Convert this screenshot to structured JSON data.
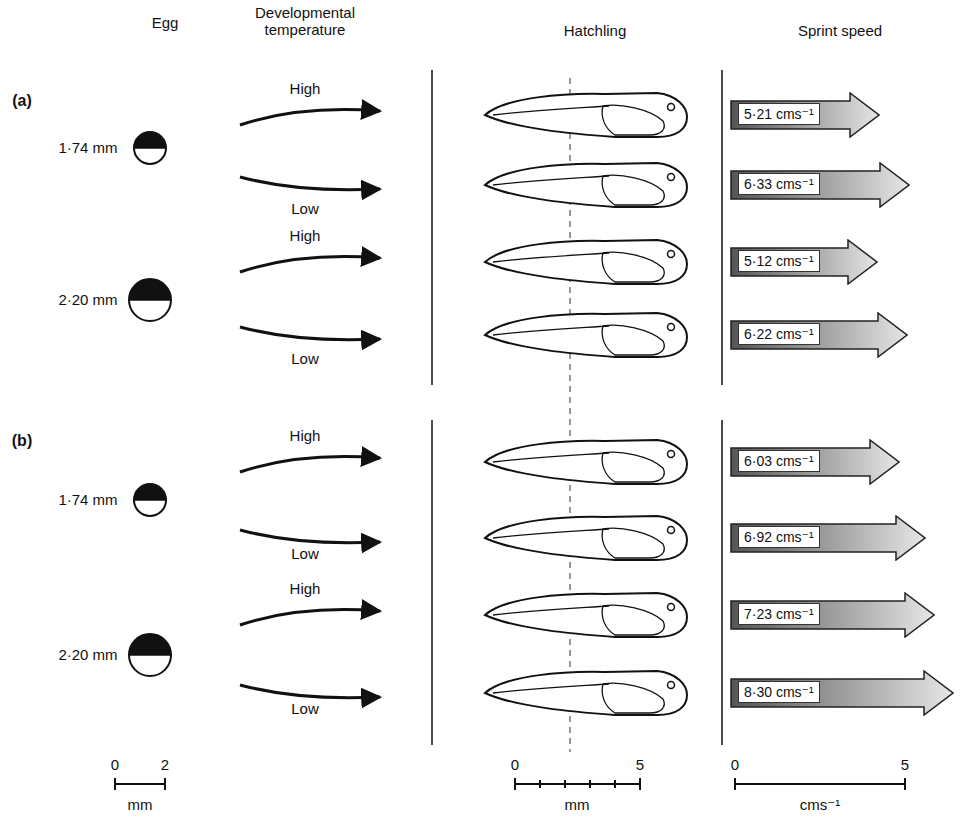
{
  "diagram": {
    "nodes": [
      {
        "text": [
          "5·21 cms⁻¹"
        ]
      },
      {
        "text": [
          "6·33 cms⁻¹"
        ]
      },
      {
        "text": [
          "5·12 cms⁻¹"
        ]
      },
      {
        "text": [
          "6·22 cms⁻¹"
        ]
      },
      {
        "text": [
          "6·03 cms⁻¹"
        ]
      },
      {
        "text": [
          "6·92 cms⁻¹"
        ]
      },
      {
        "text": [
          "7·23 cms⁻¹"
        ]
      },
      {
        "text": [
          "8·30 cms⁻¹"
        ]
      }
    ],
    "labels": [
      "Egg",
      "Developmental temperature",
      "Hatchling",
      "Sprint speed",
      "(a)",
      "1·74 mm",
      "High",
      "Low",
      "High",
      "2·20 mm",
      "Low",
      "(b)",
      "1·74 mm",
      "High",
      "Low",
      "High",
      "2·20 mm",
      "Low",
      "0",
      "2",
      "mm",
      "0",
      "5",
      "mm",
      "0",
      "5",
      "cms⁻¹"
    ]
  }
}
